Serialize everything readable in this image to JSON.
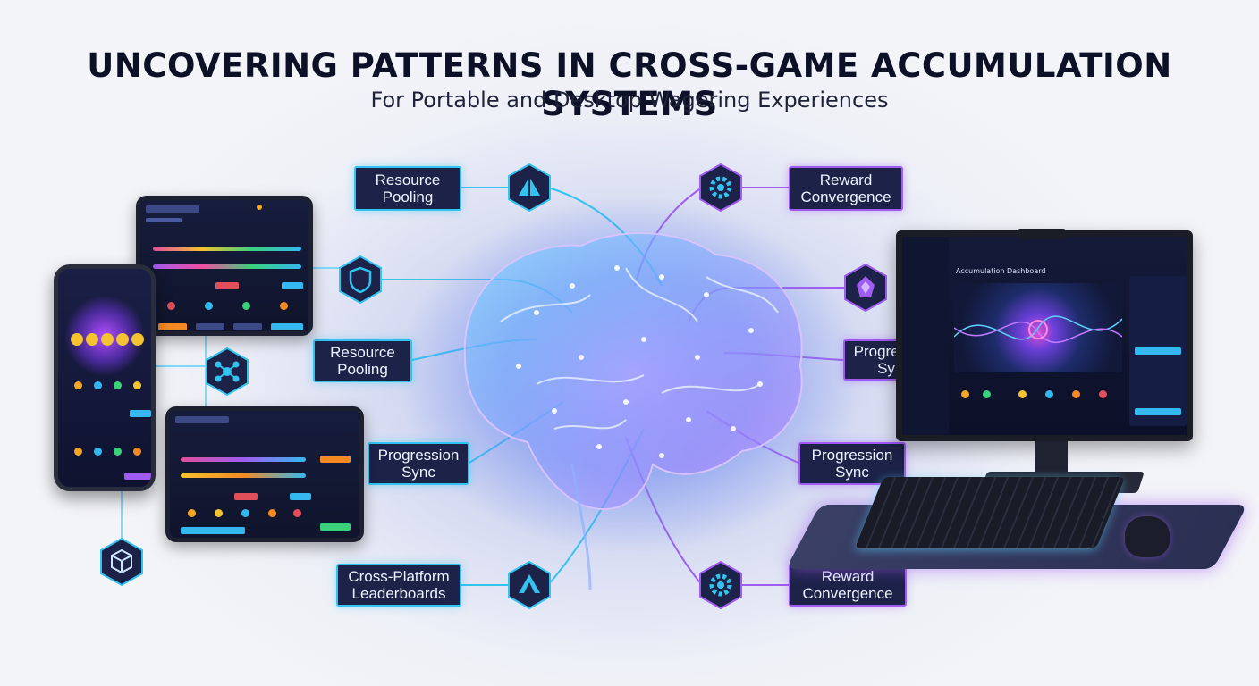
{
  "header": {
    "title": "UNCOVERING PATTERNS IN CROSS-GAME ACCUMULATION SYSTEMS",
    "subtitle": "For Portable and Desktop Wagering Experiences"
  },
  "nodes": [
    {
      "id": "resource-pooling-top",
      "label": "Resource\nPooling",
      "accent": "#33c3f0"
    },
    {
      "id": "resource-pooling-mid",
      "label": "Resource\nPooling",
      "accent": "#33c3f0"
    },
    {
      "id": "progression-sync-left",
      "label": "Progression\nSync",
      "accent": "#33c3f0"
    },
    {
      "id": "cross-platform-leaderboards",
      "label": "Cross-Platform\nLeaderboards",
      "accent": "#33c3f0"
    },
    {
      "id": "reward-convergence-top",
      "label": "Reward\nConvergence",
      "accent": "#a05cf0"
    },
    {
      "id": "progression-sync-right-top",
      "label": "Progression\nSync",
      "accent": "#a05cf0"
    },
    {
      "id": "progression-sync-right-bottom",
      "label": "Progression\nSync",
      "accent": "#a05cf0"
    },
    {
      "id": "reward-convergence-bottom",
      "label": "Reward\nConvergence",
      "accent": "#a05cf0"
    }
  ],
  "icons": [
    {
      "name": "triangle-icon"
    },
    {
      "name": "shield-hand-icon"
    },
    {
      "name": "network-icon"
    },
    {
      "name": "cube-icon"
    },
    {
      "name": "triangle-icon"
    },
    {
      "name": "gear-icon"
    },
    {
      "name": "gem-icon"
    },
    {
      "name": "gear-icon"
    }
  ],
  "devices": {
    "desktop_screen_title": "Accumulation Dashboard"
  },
  "colors": {
    "cyan": "#33c3f0",
    "violet": "#a05cf0",
    "navy": "#1c2248"
  }
}
